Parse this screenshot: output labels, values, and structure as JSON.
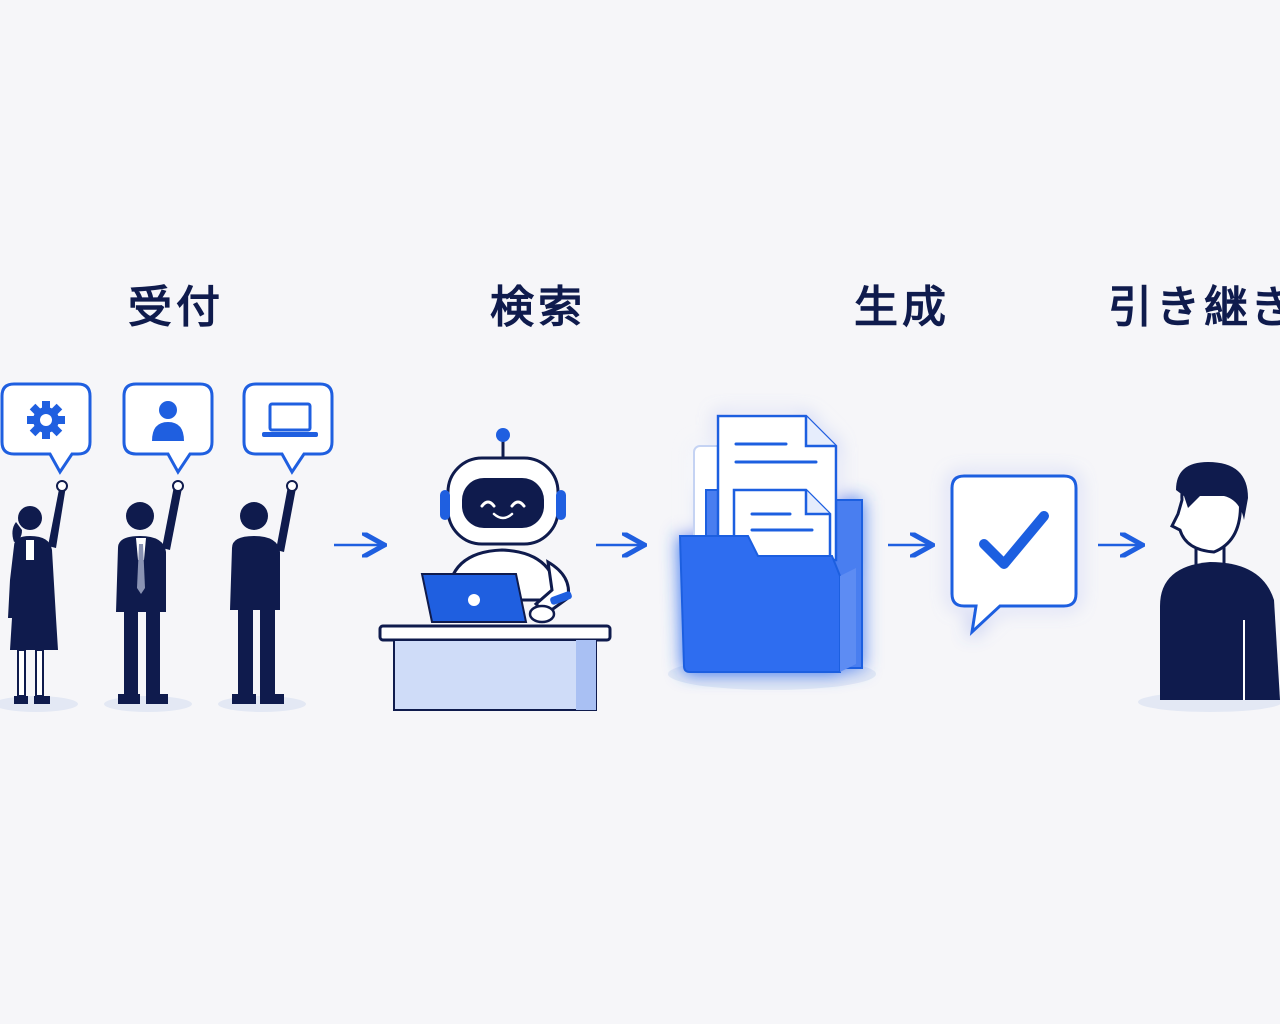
{
  "steps": [
    {
      "id": "reception",
      "label": "受付"
    },
    {
      "id": "search",
      "label": "検索"
    },
    {
      "id": "generate",
      "label": "生成"
    },
    {
      "id": "handover",
      "label": "引き継ぎ"
    }
  ],
  "colors": {
    "background": "#f6f6f9",
    "accent": "#1f5fe0",
    "navy": "#0f1b4d",
    "light_blue": "#cfdcf8"
  },
  "icons": [
    "gear-icon",
    "user-icon",
    "laptop-icon",
    "robot-icon",
    "folder-icon",
    "document-icon",
    "checkmark-icon",
    "person-icon",
    "arrow-right-icon"
  ]
}
